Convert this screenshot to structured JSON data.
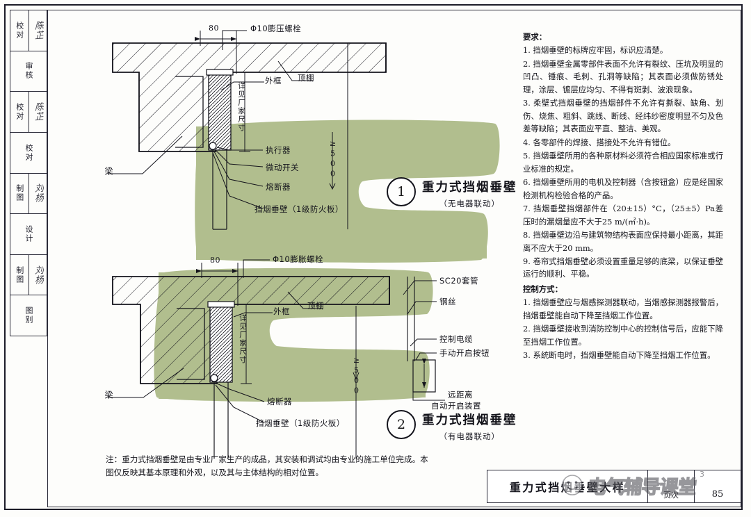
{
  "sheet": {
    "title_block_left": [
      {
        "label": "校对",
        "signature": "陈芷"
      },
      {
        "label": "审核",
        "signature": ""
      },
      {
        "label": "校对",
        "signature": "陈芷"
      },
      {
        "label": "校对",
        "signature": ""
      },
      {
        "label": "制图",
        "signature": "刘杨"
      },
      {
        "label": "设计",
        "signature": ""
      },
      {
        "label": "制图",
        "signature": "刘杨"
      },
      {
        "label": "图别",
        "signature": ""
      }
    ],
    "bottom_title_block": {
      "drawing_title": "重力式挡烟垂壁大样",
      "page_label": "页次",
      "page_number": "85",
      "sheet_mark": "3"
    },
    "watermark": {
      "text": "电气辅导课堂",
      "sup": "3"
    }
  },
  "notes_panel": {
    "heading": "要求：",
    "items": [
      "1. 挡烟垂壁的标牌应牢固，标识应清楚。",
      "2. 挡烟垂壁金属零部件表面不允许有裂纹、压坑及明显的凹凸、锤痕、毛刺、孔洞等缺陷；其表面必须做防锈处理，涂层、镀层应均匀、不得有斑剥、波浪现象。",
      "3. 柔壁式挡烟垂壁的挡烟部件不允许有撕裂、缺角、划伤、烧焦、粗斜、跳线、断线、经纬纱密度明显不匀及色差等缺陷；其表面应平直、整洁、美观。",
      "4. 各零部件的焊接、搭接处不允许有错位。",
      "5. 挡烟垂壁所用的各种原材料必须符合相应国家标准或行业标准的规定。",
      "6. 挡烟垂壁所用的电机及控制器（含按钮盒）应是经国家检测机构检验合格的产品。",
      "7. 挡烟垂壁挡烟部件在（20±15）°C，（25±5）Pa差压时的漏烟量应不大于25 m/(㎡·h)。",
      "8. 挡烟垂壁边沿与建筑物结构表面应保持最小距离，其距离不应大于20 mm。",
      "9. 卷帘式挡烟垂壁必须设置重量足够的底梁，以保证垂壁运行的顺利、平稳。"
    ],
    "control_heading": "控制方式：",
    "control_items": [
      "1. 挡烟垂壁应与烟感探测器联动，当烟感探测器报警后，挡烟垂壁能自动下降至挡烟工作位置。",
      "2. 挡烟垂壁接收到消防控制中心的控制信号后，应能下降至挡烟工作位置。",
      "3. 系统断电时，挡烟垂壁能自动下降至挡烟工作位置。"
    ]
  },
  "detail_1": {
    "number": "1",
    "title": "重力式挡烟垂壁",
    "subtitle": "（无电器联动）",
    "labels": {
      "bolt": "Φ10膨压螺栓",
      "dim_80": "80",
      "outer_frame": "外框",
      "ceiling": "顶棚",
      "factory_dim": "详见厂家尺寸",
      "actuator": "执行器",
      "micro_switch": "微动开关",
      "fuse": "熔断器",
      "curtain": "挡烟垂壁（1级防火板）",
      "beam": "梁",
      "height_dim": "≥500"
    }
  },
  "detail_2": {
    "number": "2",
    "title": "重力式挡烟垂壁",
    "subtitle": "（有电器联动）",
    "labels": {
      "bolt": "Φ10膨胀螺栓",
      "dim_80": "80",
      "outer_frame": "外框",
      "ceiling": "顶棚",
      "factory_dim": "详见厂家尺寸",
      "conduit": "SC20套管",
      "wire": "钢丝",
      "control_cable": "控制电缆",
      "manual_button": "手动开启按钮",
      "remote_device_1": "远距离",
      "remote_device_2": "自动开启装置",
      "fuse": "熔断器",
      "curtain": "挡烟垂壁（1级防火板）",
      "beam": "梁",
      "height_dim": "≥500"
    }
  },
  "bottom_note": {
    "text": "注：重力式挡烟垂壁是由专业厂家生产的成品，其安装和调试均由专业的施工单位完成。本图仅反映其基本原理和外观，以及其与主体结构的相对位置。"
  },
  "colors": {
    "ink": "#14141c",
    "highlight_green": "#9aab6e",
    "paper": "#fdfdfb"
  }
}
